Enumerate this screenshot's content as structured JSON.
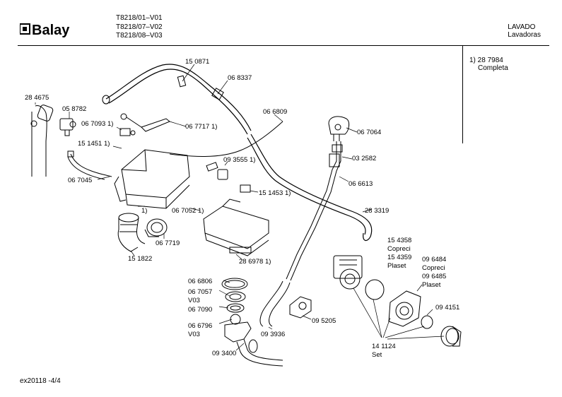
{
  "header": {
    "brand": "Balay",
    "models": [
      "T8218/01–V01",
      "T8218/07–V02",
      "T8218/08–V03"
    ],
    "category": "LAVADO",
    "subcategory": "Lavadoras"
  },
  "note": {
    "line1": "1) 28 7984",
    "line2": "Completa"
  },
  "footer": {
    "code": "ex20118 -4/4"
  },
  "labels": {
    "p150871": "15 0871",
    "p068337": "06 8337",
    "p284675": "28 4675",
    "p058782": "05 8782",
    "p067093": "06 7093 1)",
    "p067717": "06 7717 1)",
    "p066809": "06 6809",
    "p151451": "15 1451 1)",
    "p067064": "06 7064",
    "p032582": "03 2582",
    "p093555": "09 3555 1)",
    "p067045": "06 7045",
    "p066613": "06 6613",
    "p151453": "15 1453 1)",
    "p1": "1)",
    "p067052": "06 7052 1)",
    "p283319": "28 3319",
    "p067719": "06 7719",
    "p151822": "15 1822",
    "p286978": "28 6978 1)",
    "p154358": "15 4358",
    "copreci1": "Copreci",
    "p154359": "15 4359",
    "plaset1": "Plaset",
    "p096484": "09 6484",
    "copreci2": "Copreci",
    "p096485": "09 6485",
    "plaset2": "Plaset",
    "p066806": "06 6806",
    "p067057": "06 7057",
    "v03a": "V03",
    "p067090": "06 7090",
    "p094151": "09 4151",
    "p066796": "06 6796",
    "v03b": "V03",
    "p095205": "09 5205",
    "p093936": "09 3936",
    "p141124": "14 1124",
    "set": "Set",
    "p093400": "09 3400"
  }
}
